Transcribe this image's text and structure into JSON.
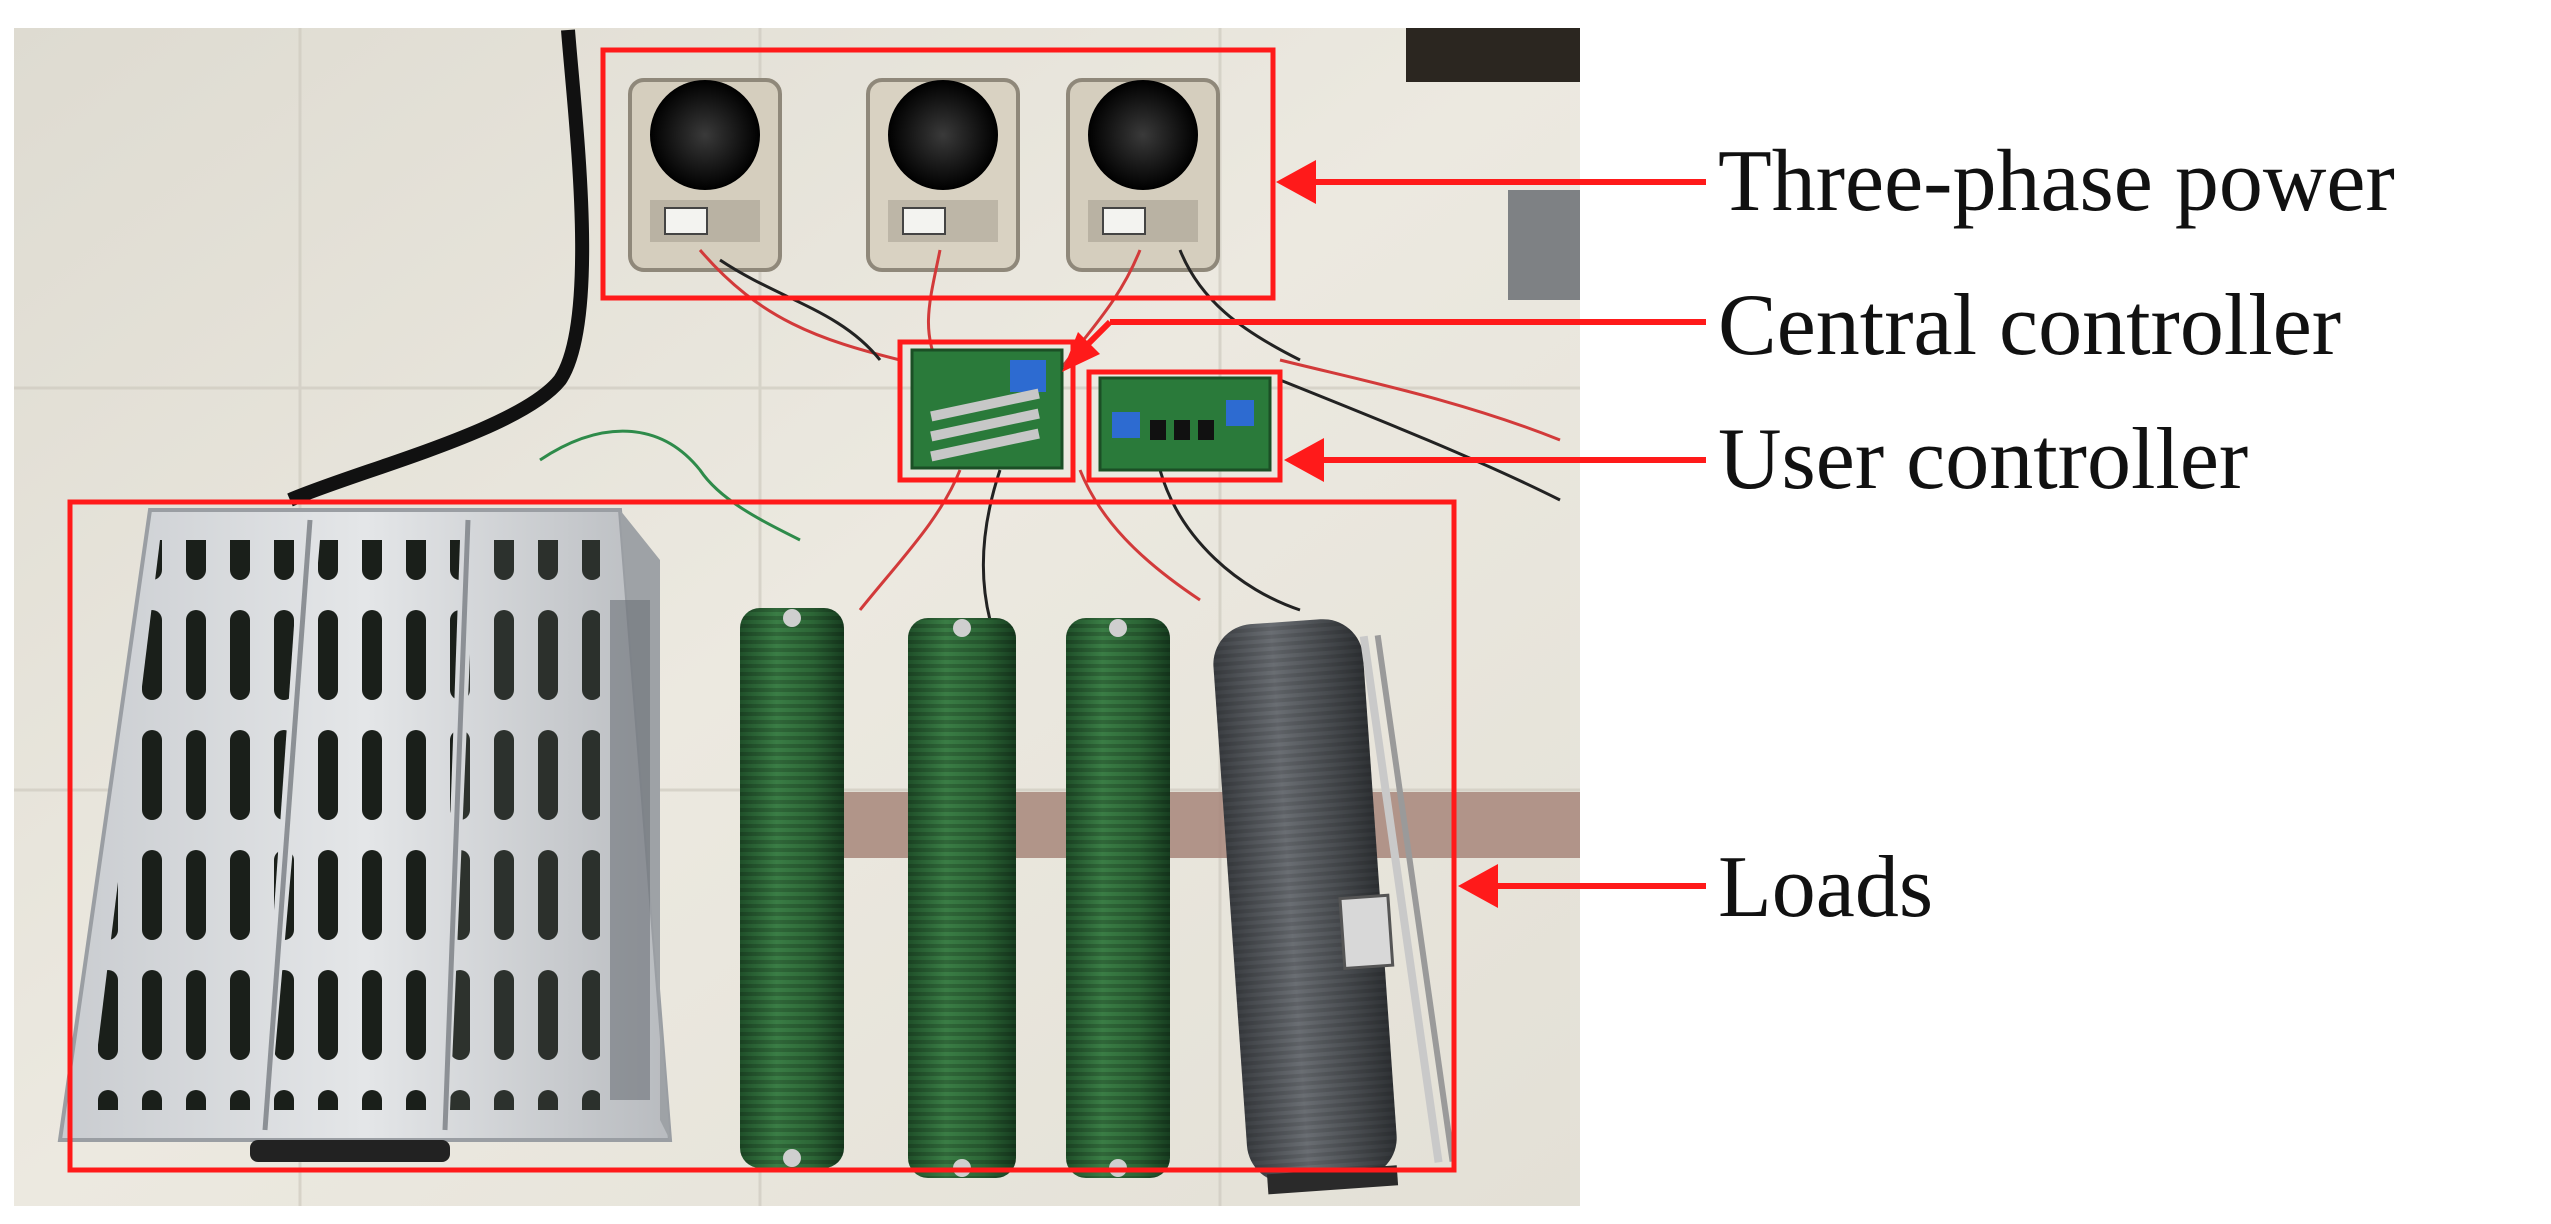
{
  "figure": {
    "labels": {
      "three_phase_power": "Three-phase power",
      "central_controller": "Central controller",
      "user_controller": "User controller",
      "loads": "Loads"
    },
    "colors": {
      "annotation": "#ff1a1a",
      "floor": "#e9e6dc",
      "resistor_green": "#2f6b3a",
      "rheostat_gray": "#55585c",
      "regulator_beige": "#d9d2c2",
      "pcb_green": "#2a7a3a"
    }
  }
}
